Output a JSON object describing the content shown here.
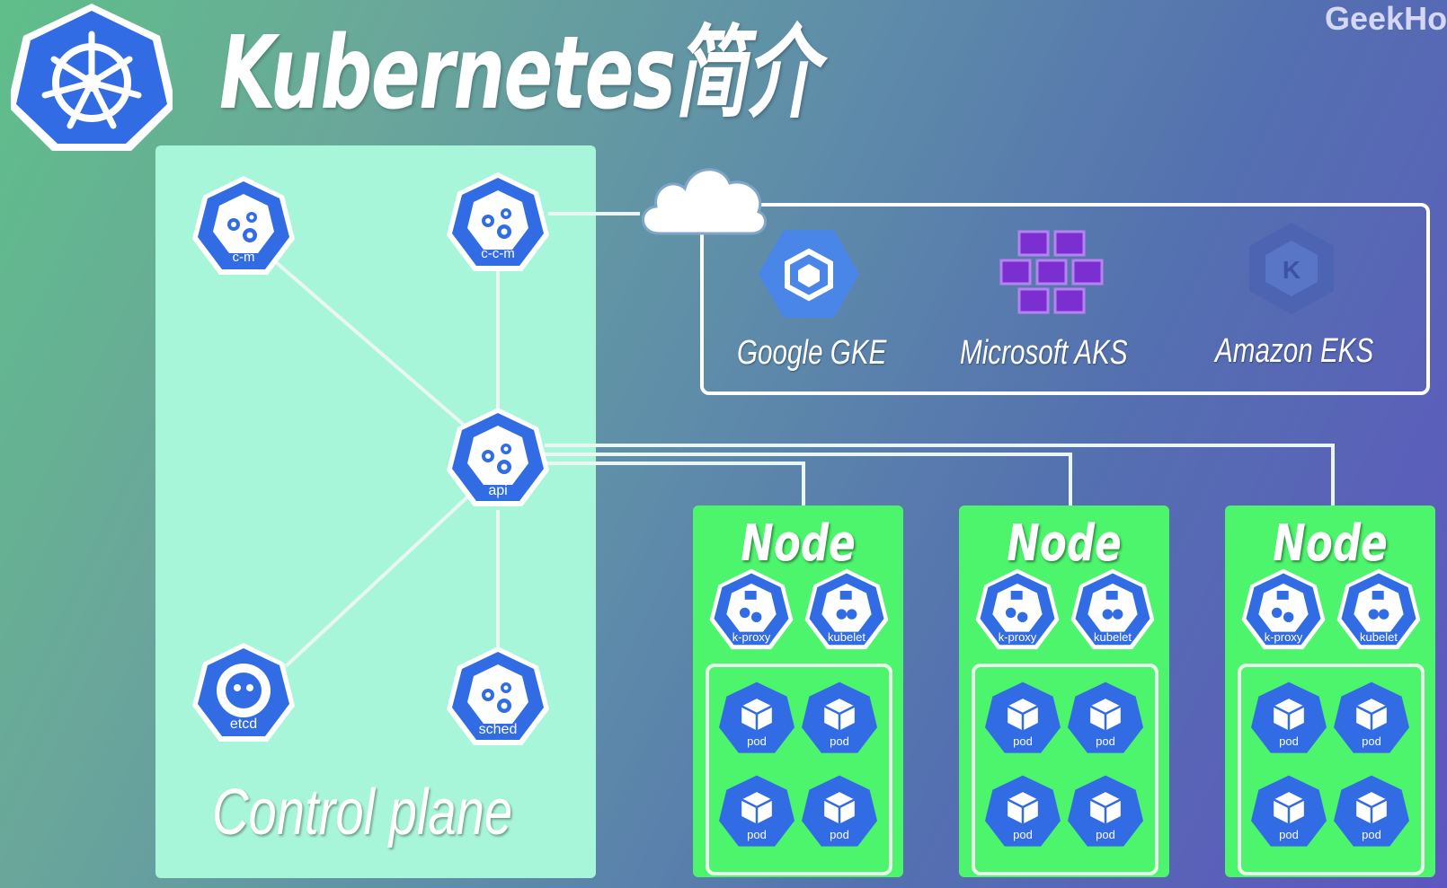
{
  "title": "Kubernetes简介",
  "watermark": "GeekHo",
  "control_plane": {
    "label": "Control plane",
    "components": [
      {
        "id": "c-m",
        "label": "c-m"
      },
      {
        "id": "c-c-m",
        "label": "c-c-m"
      },
      {
        "id": "api",
        "label": "api"
      },
      {
        "id": "etcd",
        "label": "etcd"
      },
      {
        "id": "sched",
        "label": "sched"
      }
    ]
  },
  "providers": [
    {
      "name": "Google GKE"
    },
    {
      "name": "Microsoft AKS"
    },
    {
      "name": "Amazon EKS"
    }
  ],
  "nodes": [
    {
      "label": "Node",
      "proxy": "k-proxy",
      "kubelet": "kubelet",
      "pods": [
        "pod",
        "pod",
        "pod",
        "pod"
      ]
    },
    {
      "label": "Node",
      "proxy": "k-proxy",
      "kubelet": "kubelet",
      "pods": [
        "pod",
        "pod",
        "pod",
        "pod"
      ]
    },
    {
      "label": "Node",
      "proxy": "k-proxy",
      "kubelet": "kubelet",
      "pods": [
        "pod",
        "pod",
        "pod",
        "pod"
      ]
    }
  ],
  "colors": {
    "k8s_blue": "#326ce5",
    "control_plane_bg": "#a8f6da",
    "node_bg": "#4cf56c"
  }
}
